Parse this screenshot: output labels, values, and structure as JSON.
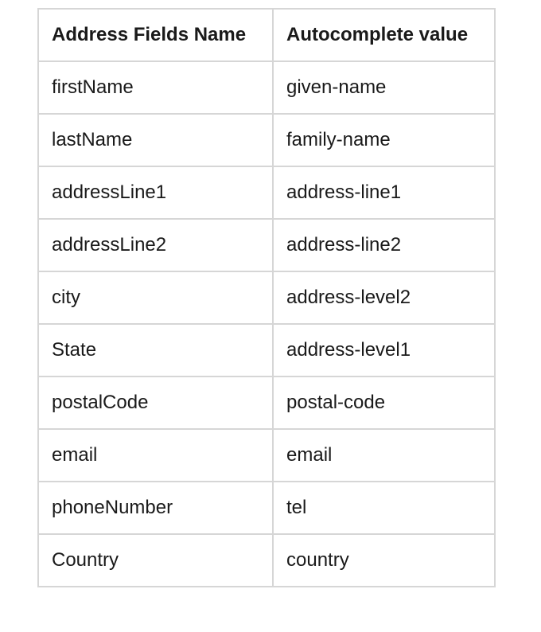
{
  "table": {
    "headers": [
      "Address Fields Name",
      "Autocomplete value"
    ],
    "rows": [
      [
        "firstName",
        "given-name"
      ],
      [
        "lastName",
        "family-name"
      ],
      [
        "addressLine1",
        "address-line1"
      ],
      [
        "addressLine2",
        "address-line2"
      ],
      [
        "city",
        "address-level2"
      ],
      [
        "State",
        "address-level1"
      ],
      [
        "postalCode",
        "postal-code"
      ],
      [
        "email",
        "email"
      ],
      [
        "phoneNumber",
        "tel"
      ],
      [
        "Country",
        "country"
      ]
    ]
  }
}
